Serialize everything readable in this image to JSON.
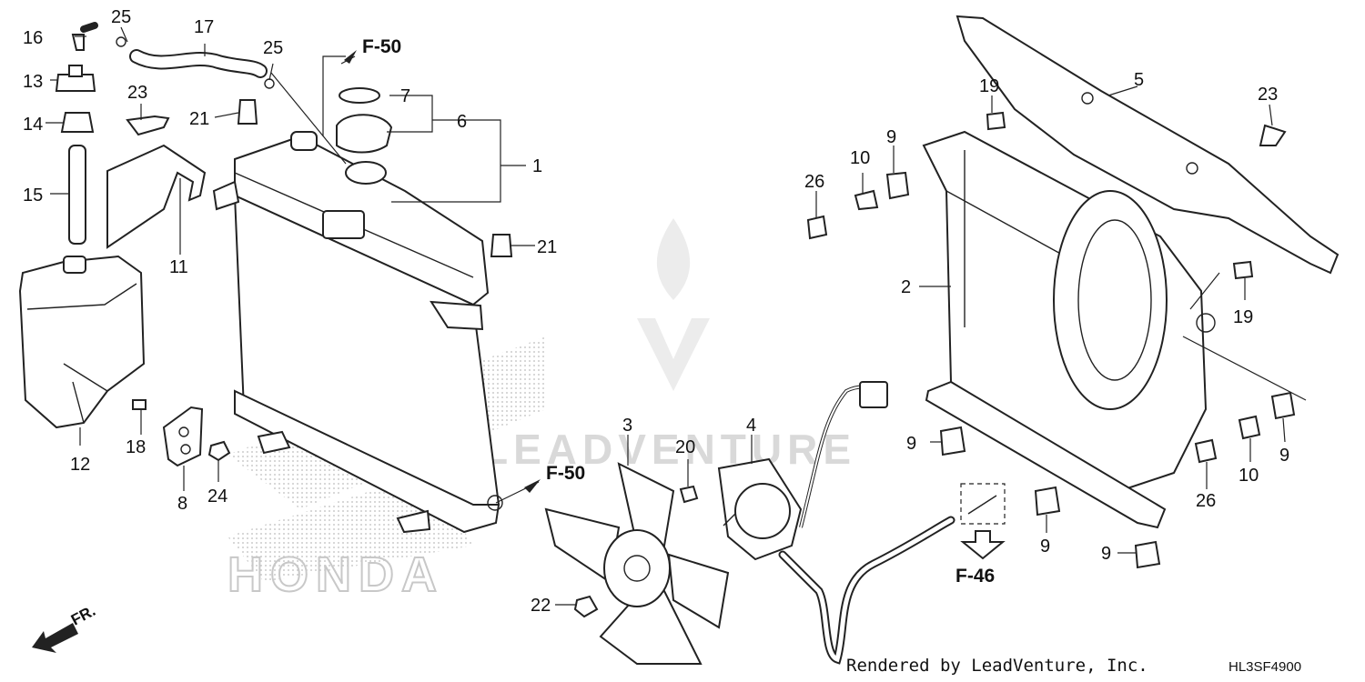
{
  "diagram": {
    "credit": "Rendered by LeadVenture, Inc.",
    "diagram_code": "HL3SF4900",
    "direction_label": "FR.",
    "watermark_text": "LEADVENTURE",
    "brand_text": "HONDA",
    "references": [
      "F-50",
      "F-50",
      "F-46"
    ],
    "callouts": [
      "1",
      "2",
      "3",
      "4",
      "5",
      "6",
      "7",
      "8",
      "9",
      "9",
      "9",
      "9",
      "9",
      "10",
      "10",
      "11",
      "12",
      "13",
      "14",
      "15",
      "16",
      "17",
      "18",
      "19",
      "19",
      "20",
      "21",
      "21",
      "22",
      "23",
      "23",
      "24",
      "25",
      "25",
      "26",
      "26"
    ]
  }
}
